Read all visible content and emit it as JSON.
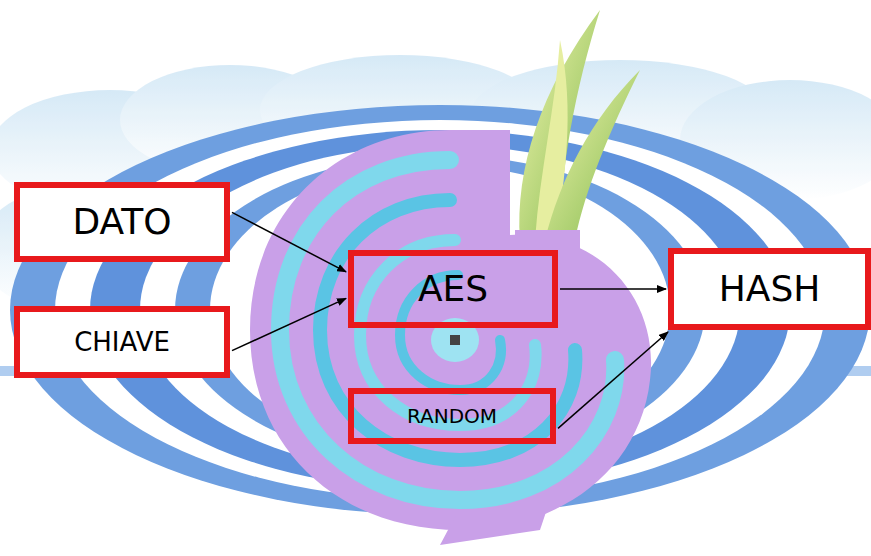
{
  "diagram": {
    "nodes": [
      {
        "text": [
          "DATO"
        ]
      },
      {
        "text": [
          "CHIAVE"
        ]
      },
      {
        "text": [
          "AES"
        ]
      },
      {
        "text": [
          "HASH"
        ]
      },
      {
        "text": [
          "RANDOM"
        ]
      }
    ],
    "edges": [
      {
        "from": 0,
        "to": 2,
        "arrow": "to"
      },
      {
        "from": 1,
        "to": 2,
        "arrow": "to"
      },
      {
        "from": 2,
        "to": 3,
        "arrow": "to"
      },
      {
        "from": 4,
        "to": 3,
        "arrow": "to"
      }
    ]
  }
}
